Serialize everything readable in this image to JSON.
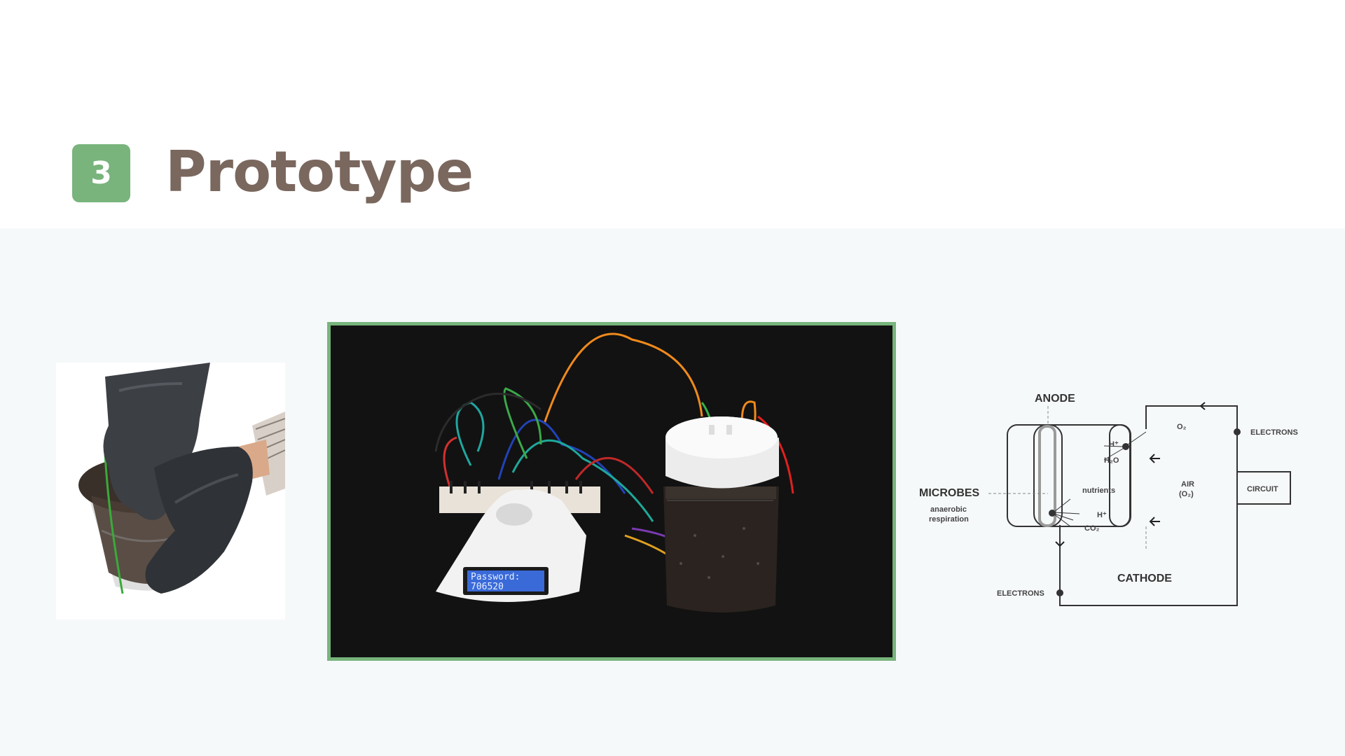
{
  "section": {
    "number": "3",
    "title": "Prototype"
  },
  "photos": {
    "left": {
      "icon": "soil-hands-photo"
    },
    "center": {
      "icon": "prototype-photo",
      "lcd_line1": "Password:",
      "lcd_line2": "706520"
    }
  },
  "diagram": {
    "anode": "ANODE",
    "cathode": "CATHODE",
    "microbes": "MICROBES",
    "anaerobic_1": "anaerobic",
    "anaerobic_2": "respiration",
    "nutrients": "nutrients",
    "h_plus_top": "H⁺",
    "h2o": "H₂O",
    "o2": "O₂",
    "h_plus_bottom": "H⁺",
    "co2": "CO₂",
    "air_1": "AIR",
    "air_2": "(O₂)",
    "circuit": "CIRCUIT",
    "electrons_top": "ELECTRONS",
    "electrons_bottom": "ELECTRONS"
  },
  "colors": {
    "accent": "#78b47c",
    "title": "#7a675e",
    "content_bg": "#f6f9fa"
  }
}
